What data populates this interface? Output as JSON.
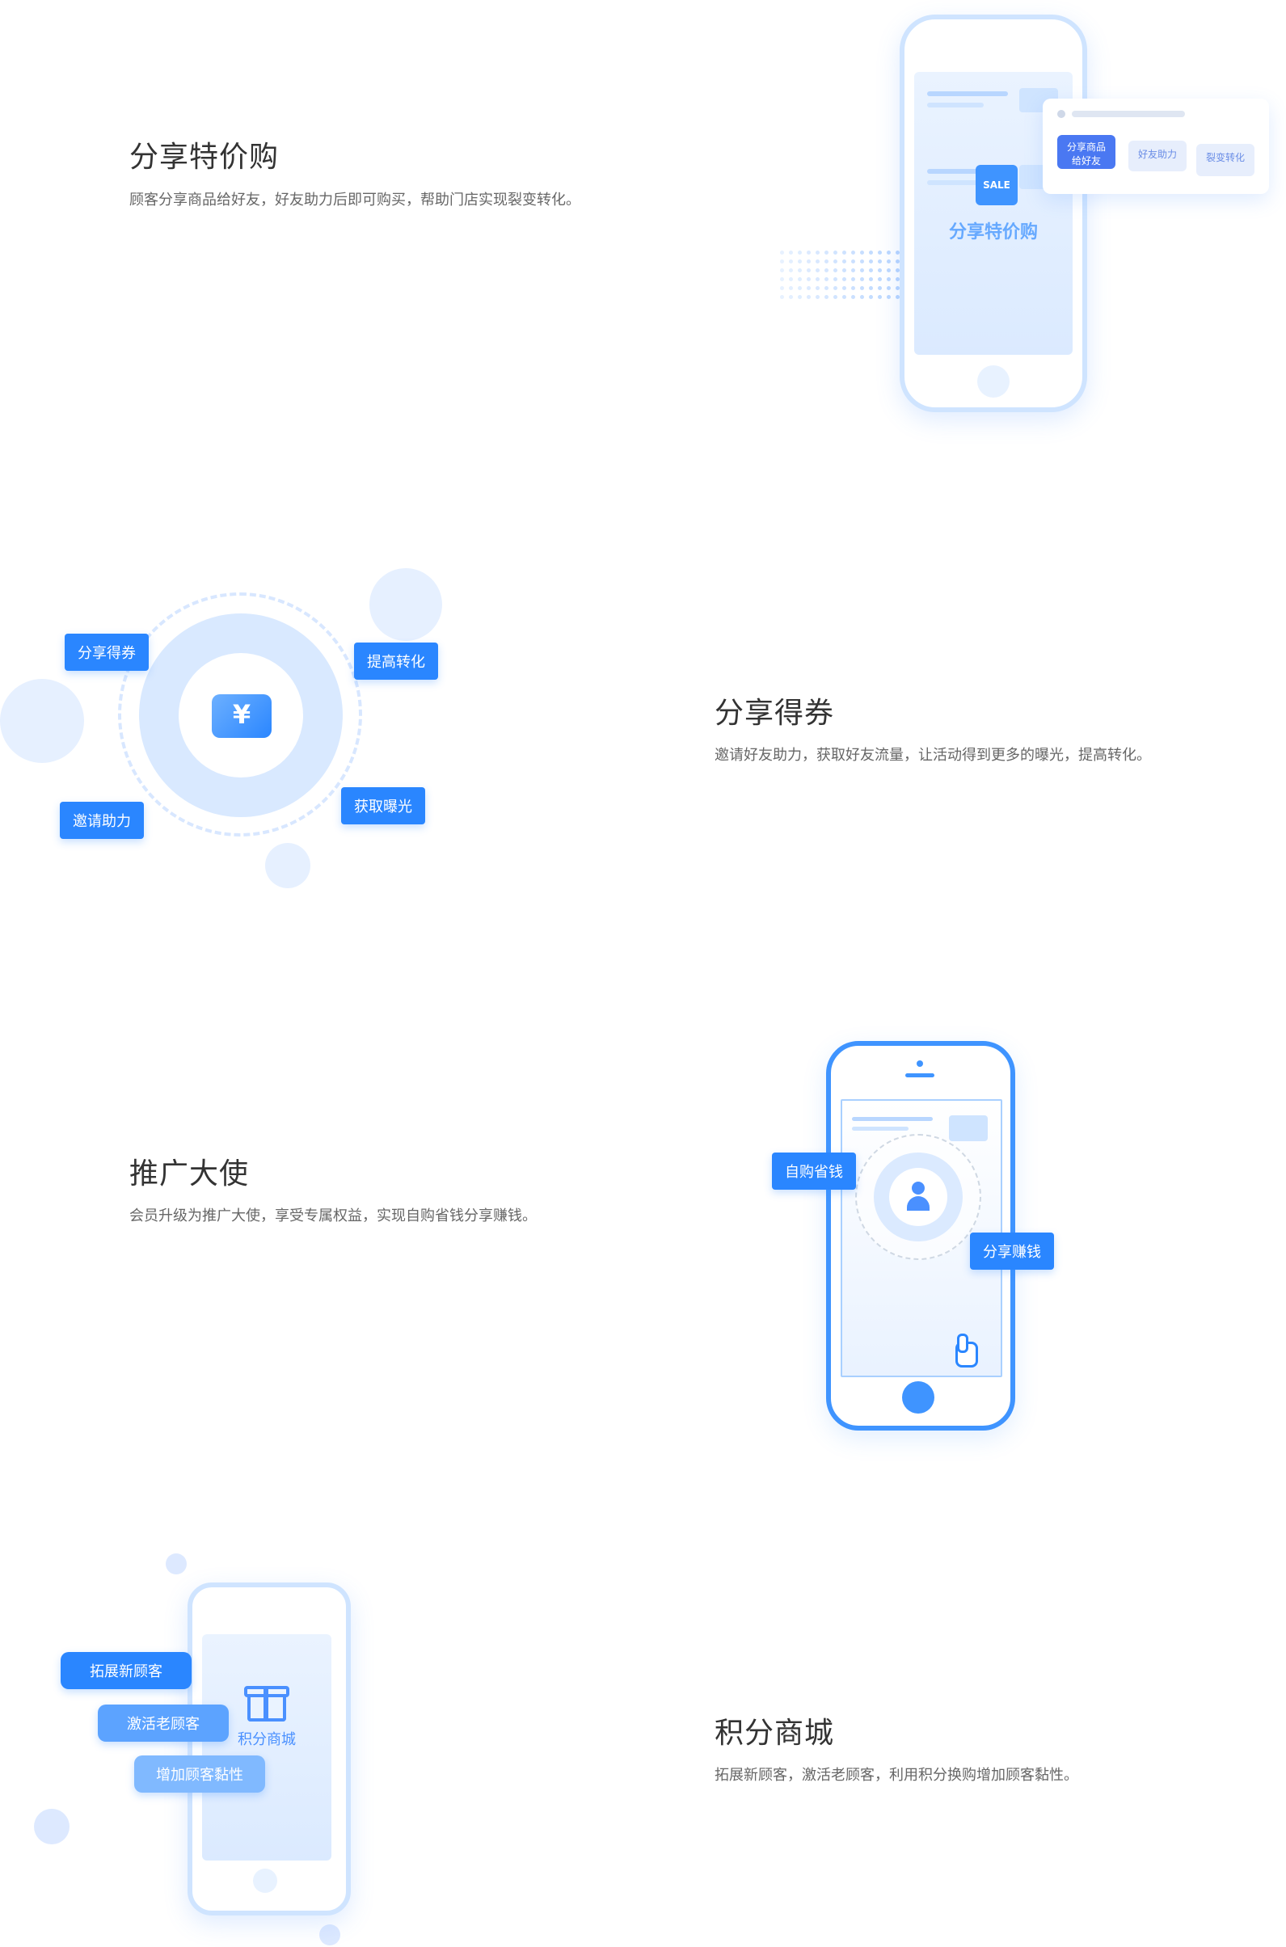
{
  "section1": {
    "title": "分享特价购",
    "desc": "顾客分享商品给好友，好友助力后即可购买，帮助门店实现裂变转化。",
    "screen_title": "分享特价购",
    "sale_label": "SALE",
    "chip1": "分享商品\n给好友",
    "chip2": "好友助力",
    "chip3": "裂变转化"
  },
  "section2": {
    "title": "分享得券",
    "desc": "邀请好友助力，获取好友流量，让活动得到更多的曝光，提高转化。",
    "tag_share_coupon": "分享得券",
    "tag_improve": "提高转化",
    "tag_invite": "邀请助力",
    "tag_exposure": "获取曝光",
    "coupon_symbol": "¥"
  },
  "section3": {
    "title": "推广大使",
    "desc": "会员升级为推广大使，享受专属权益，实现自购省钱分享赚钱。",
    "tag_save": "自购省钱",
    "tag_earn": "分享赚钱"
  },
  "section4": {
    "title": "积分商城",
    "desc": "拓展新顾客，激活老顾客，利用积分换购增加顾客黏性。",
    "tag_new": "拓展新顾客",
    "tag_activate": "激活老顾客",
    "tag_stick": "增加顾客黏性",
    "screen_title": "积分商城"
  },
  "colors": {
    "primary": "#2a86ff",
    "light": "#dbeaff",
    "text": "#333333",
    "subtext": "#666666"
  }
}
